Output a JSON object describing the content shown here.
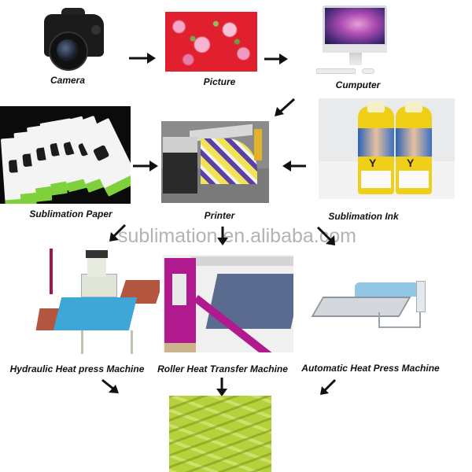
{
  "diagram": {
    "type": "process-flow",
    "watermark": "sublimation.en.alibaba.com",
    "nodes": [
      {
        "id": "camera",
        "label": "Camera",
        "image": "camera-photo"
      },
      {
        "id": "picture",
        "label": "Picture",
        "image": "floral-fabric-photo"
      },
      {
        "id": "computer",
        "label": "Cumputer",
        "image": "desktop-computer-photo"
      },
      {
        "id": "paper",
        "label": "Sublimation Paper",
        "image": "sublimation-paper-packs-photo"
      },
      {
        "id": "printer",
        "label": "Printer",
        "image": "large-format-printer-photo"
      },
      {
        "id": "ink",
        "label": "Sublimation Ink",
        "image": "yellow-ink-bottles-photo"
      },
      {
        "id": "hydraulic",
        "label": "Hydraulic Heat press Machine",
        "image": "hydraulic-heat-press-photo"
      },
      {
        "id": "roller",
        "label": "Roller Heat Transfer Machine",
        "image": "roller-heat-transfer-photo"
      },
      {
        "id": "automatic",
        "label": "Automatic Heat Press Machine",
        "image": "automatic-heat-press-photo"
      },
      {
        "id": "fabric",
        "label": "",
        "image": "printed-green-fabric-photo"
      }
    ],
    "edges": [
      {
        "from": "camera",
        "to": "picture",
        "direction": "right"
      },
      {
        "from": "picture",
        "to": "computer",
        "direction": "right"
      },
      {
        "from": "computer",
        "to": "printer",
        "direction": "down-left"
      },
      {
        "from": "paper",
        "to": "printer",
        "direction": "right"
      },
      {
        "from": "ink",
        "to": "printer",
        "direction": "left"
      },
      {
        "from": "printer",
        "to": "hydraulic",
        "direction": "down-left"
      },
      {
        "from": "printer",
        "to": "roller",
        "direction": "down"
      },
      {
        "from": "printer",
        "to": "automatic",
        "direction": "down-right"
      },
      {
        "from": "hydraulic",
        "to": "fabric",
        "direction": "down-right"
      },
      {
        "from": "roller",
        "to": "fabric",
        "direction": "down"
      },
      {
        "from": "automatic",
        "to": "fabric",
        "direction": "down-left"
      }
    ]
  }
}
